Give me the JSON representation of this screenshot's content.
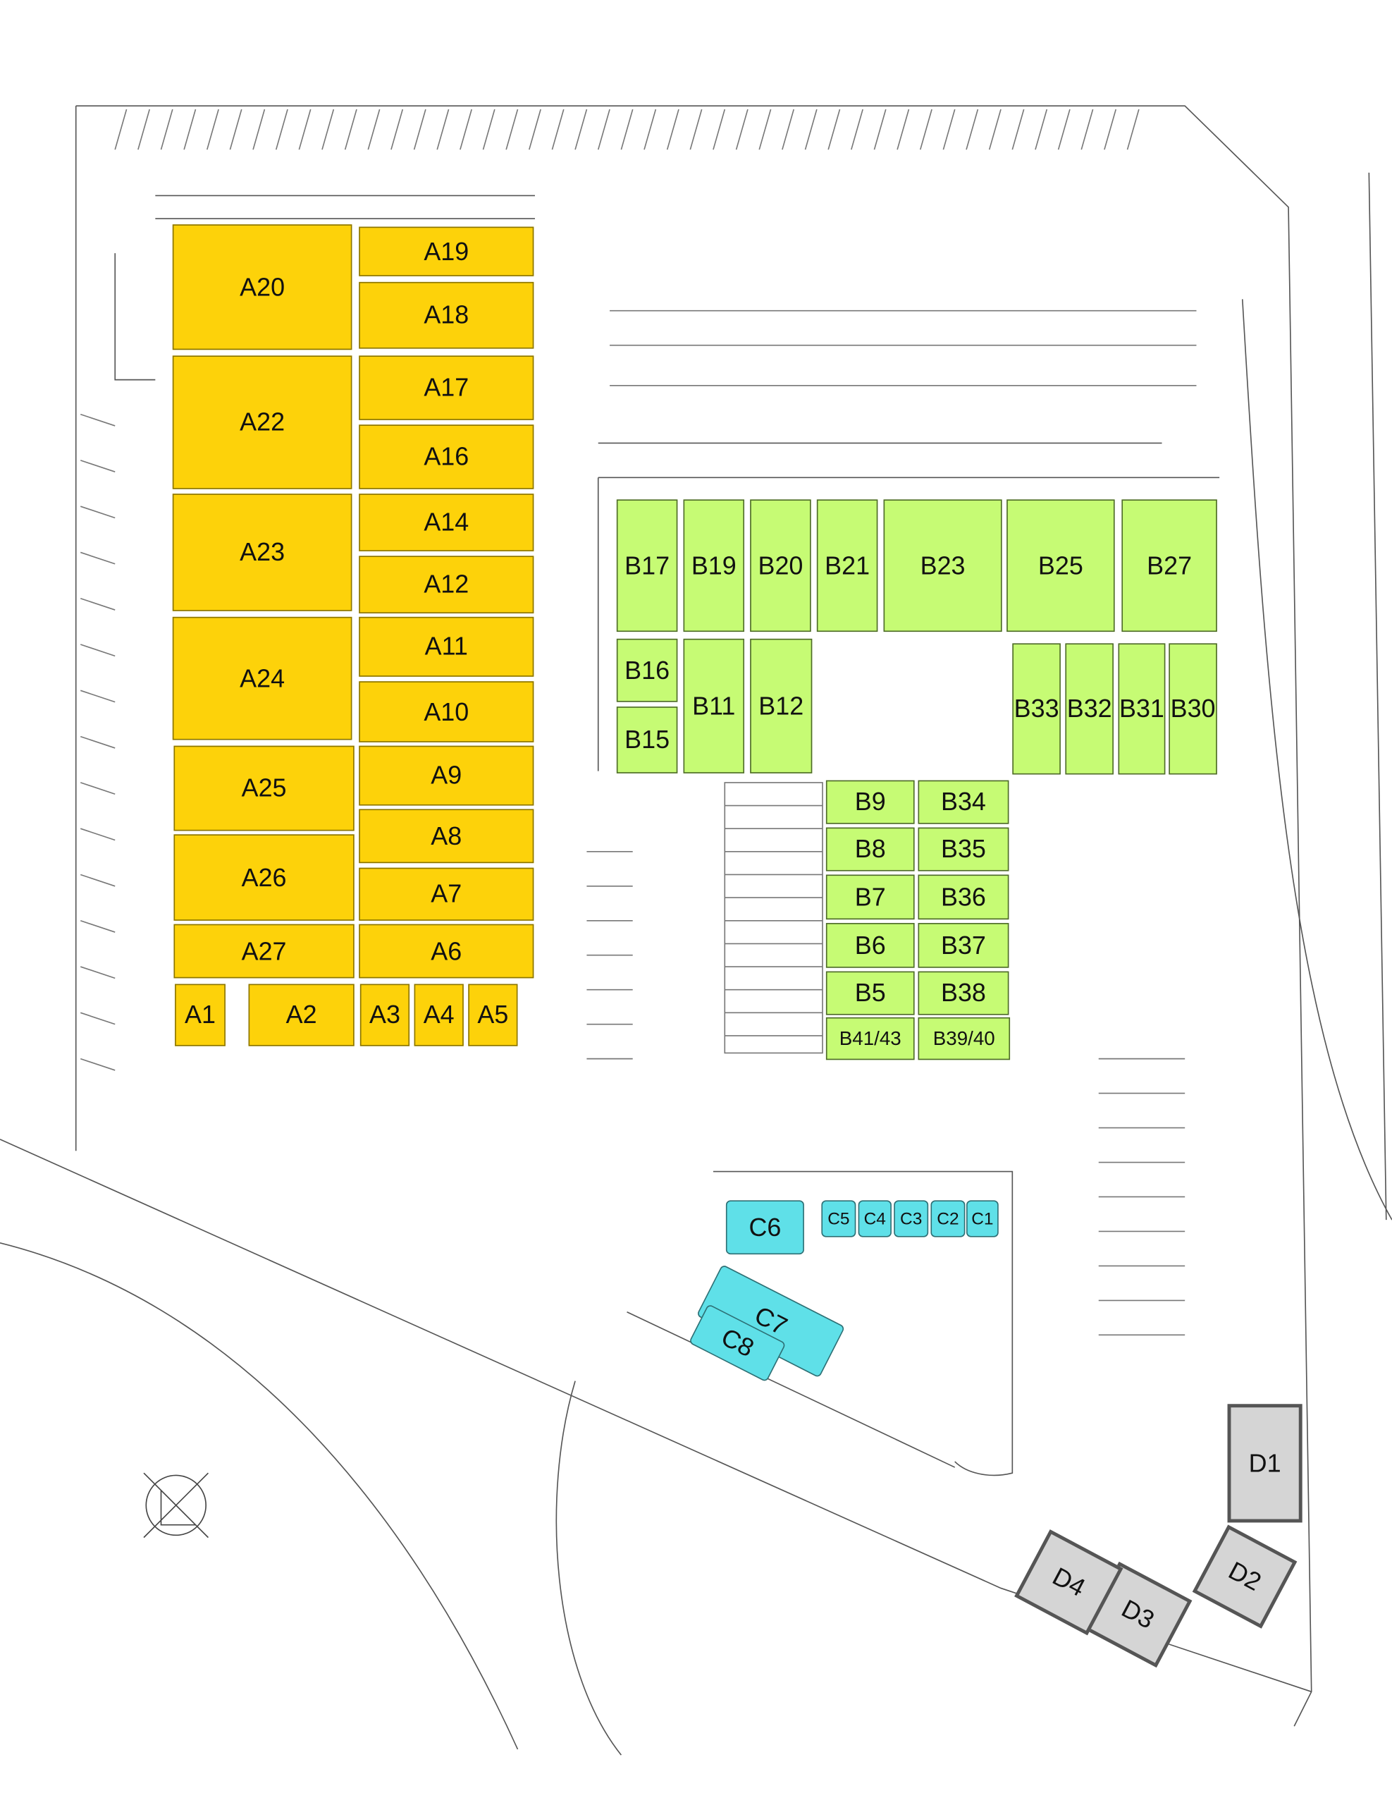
{
  "colors": {
    "zone_a": "#fdd20a",
    "zone_b": "#c6fb74",
    "zone_c": "#5fe0e8",
    "zone_d": "#d5d5d5"
  },
  "units": {
    "A1": "A1",
    "A2": "A2",
    "A3": "A3",
    "A4": "A4",
    "A5": "A5",
    "A6": "A6",
    "A7": "A7",
    "A8": "A8",
    "A9": "A9",
    "A10": "A10",
    "A11": "A11",
    "A12": "A12",
    "A14": "A14",
    "A16": "A16",
    "A17": "A17",
    "A18": "A18",
    "A19": "A19",
    "A20": "A20",
    "A22": "A22",
    "A23": "A23",
    "A24": "A24",
    "A25": "A25",
    "A26": "A26",
    "A27": "A27",
    "B5": "B5",
    "B6": "B6",
    "B7": "B7",
    "B8": "B8",
    "B9": "B9",
    "B11": "B11",
    "B12": "B12",
    "B15": "B15",
    "B16": "B16",
    "B17": "B17",
    "B19": "B19",
    "B20": "B20",
    "B21": "B21",
    "B23": "B23",
    "B25": "B25",
    "B27": "B27",
    "B30": "B30",
    "B31": "B31",
    "B32": "B32",
    "B33": "B33",
    "B34": "B34",
    "B35": "B35",
    "B36": "B36",
    "B37": "B37",
    "B38": "B38",
    "B39_40": "B39/40",
    "B41_43": "B41/43",
    "C1": "C1",
    "C2": "C2",
    "C3": "C3",
    "C4": "C4",
    "C5": "C5",
    "C6": "C6",
    "C7": "C7",
    "C8": "C8",
    "D1": "D1",
    "D2": "D2",
    "D3": "D3",
    "D4": "D4"
  }
}
